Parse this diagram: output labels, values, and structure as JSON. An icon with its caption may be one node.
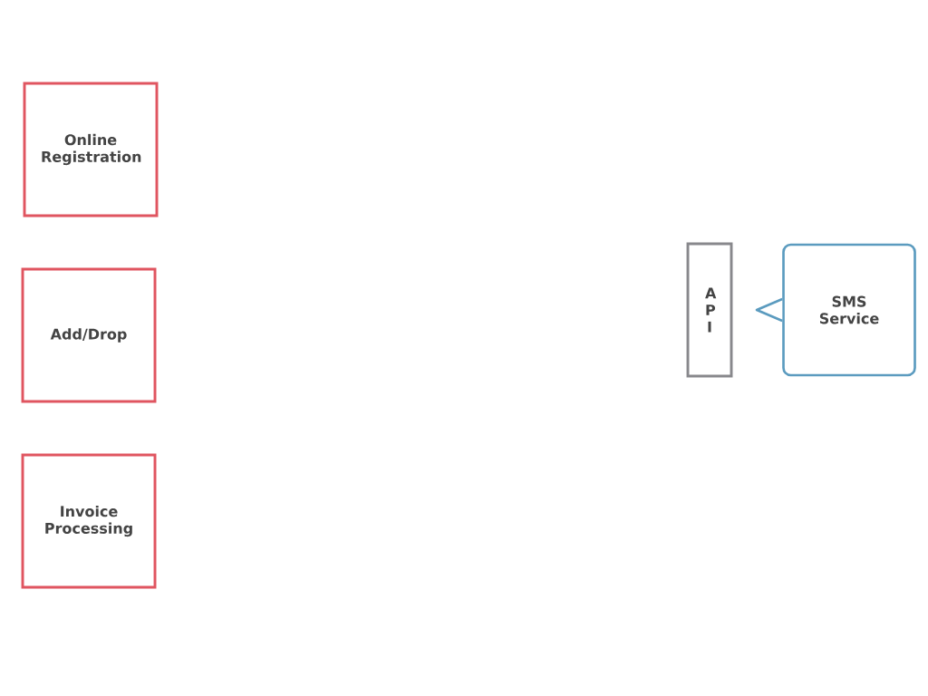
{
  "diagram": {
    "nodes": [
      {
        "text": [
          "Online Registration"
        ]
      },
      {
        "text": [
          "Add/Drop"
        ]
      },
      {
        "text": [
          "Invoice Processing"
        ]
      },
      {
        "text": [
          "A P I"
        ]
      },
      {
        "text": [
          "SMS Service"
        ]
      }
    ]
  }
}
